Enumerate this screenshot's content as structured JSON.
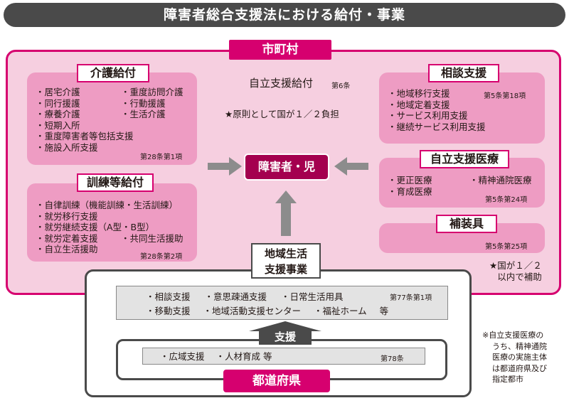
{
  "title": "障害者総合支援法における給付・事業",
  "municipality_label": "市町村",
  "jiritsu_kyufu": {
    "title": "自立支援給付",
    "article": "第6条",
    "note": "★原則として国が１／２負担"
  },
  "center_label": "障害者・児",
  "kaigo": {
    "label": "介護給付",
    "col1": [
      "・居宅介護",
      "・同行援護",
      "・療養介護",
      "・短期入所",
      "・重度障害者等包括支援",
      "・施設入所支援"
    ],
    "col2": [
      "・重度訪問介護",
      "・行動援護",
      "・生活介護"
    ],
    "article": "第28条第1項"
  },
  "kunren": {
    "label": "訓練等給付",
    "items": [
      "・自律訓練（機能訓練・生活訓練）",
      "・就労移行支援",
      "・就労継続支援（A型・B型）",
      "・就労定着支援",
      "・自立生活援助"
    ],
    "extra": "・共同生活援助",
    "article": "第28条第2項"
  },
  "soudan": {
    "label": "相談支援",
    "article": "第5条第18項",
    "items": [
      "・地域移行支援",
      "・地域定着支援",
      "・サービス利用支援",
      "・継続サービス利用支援"
    ]
  },
  "iryo": {
    "label": "自立支援医療",
    "col1": [
      "・更正医療",
      "・育成医療"
    ],
    "col2": [
      "・精神通院医療"
    ],
    "article": "第5条第24項"
  },
  "sogu": {
    "label": "補装具",
    "article": "第5条第25項"
  },
  "kuni_note": [
    "★国が１／２",
    "以内で補助"
  ],
  "chiiki": {
    "label_lines": [
      "地域生活",
      "支援事業"
    ],
    "row1": [
      "・相談支援",
      "・意思疎通支援",
      "・日常生活用具"
    ],
    "row2": [
      "・移動支援",
      "・地域活動支援センター",
      "・福祉ホーム",
      "等"
    ],
    "article": "第77条第1項"
  },
  "shien_label": "支援",
  "prefecture": {
    "label": "都道府県",
    "items": [
      "・広域支援",
      "・人材育成 等"
    ],
    "article": "第78条"
  },
  "footnote": [
    "※自立支援医療の",
    "うち、精神通院",
    "医療の実施主体",
    "は都道府県及び",
    "指定都市"
  ]
}
